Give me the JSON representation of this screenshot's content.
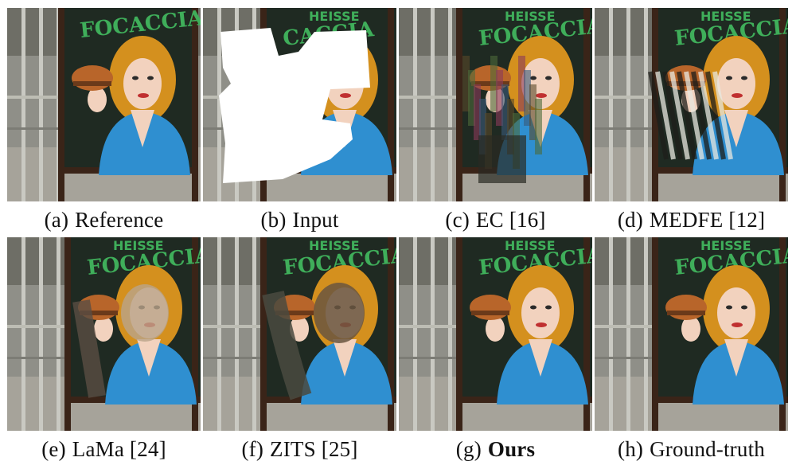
{
  "figure": {
    "panels": [
      {
        "id": "a",
        "tag": "(a)",
        "label": "Reference",
        "bold": false,
        "variant": "reference",
        "sign_text": "FOCACCIA",
        "sign_text_top": ""
      },
      {
        "id": "b",
        "tag": "(b)",
        "label": "Input",
        "bold": false,
        "variant": "input",
        "sign_text": "CACCIA",
        "sign_text_top": "HEISSE"
      },
      {
        "id": "c",
        "tag": "(c)",
        "label": "EC [16]",
        "bold": false,
        "variant": "ec",
        "sign_text": "FOCACCIA",
        "sign_text_top": "HEISSE"
      },
      {
        "id": "d",
        "tag": "(d)",
        "label": "MEDFE [12]",
        "bold": false,
        "variant": "medfe",
        "sign_text": "FOCACCIA",
        "sign_text_top": "HEISSE"
      },
      {
        "id": "e",
        "tag": "(e)",
        "label": "LaMa [24]",
        "bold": false,
        "variant": "lama",
        "sign_text": "FOCACCIA",
        "sign_text_top": "HEISSE"
      },
      {
        "id": "f",
        "tag": "(f)",
        "label": "ZITS [25]",
        "bold": false,
        "variant": "zits",
        "sign_text": "FOCACCIA",
        "sign_text_top": "HEISSE"
      },
      {
        "id": "g",
        "tag": "(g)",
        "label": "Ours",
        "bold": true,
        "variant": "ours",
        "sign_text": "FOCACCIA",
        "sign_text_top": "HEISSE"
      },
      {
        "id": "h",
        "tag": "(h)",
        "label": "Ground-truth",
        "bold": false,
        "variant": "gt",
        "sign_text": "FOCACCIA",
        "sign_text_top": "HEISSE"
      }
    ],
    "colors": {
      "sign_board": "#1f2a22",
      "sign_text": "#3fae5a",
      "skin": "#f2d2be",
      "hair": "#d4901e",
      "shirt": "#2f8fd0",
      "burger": "#b8652a",
      "mask": "#ffffff",
      "window": "#9a9a92",
      "frame": "#3a2418"
    }
  }
}
